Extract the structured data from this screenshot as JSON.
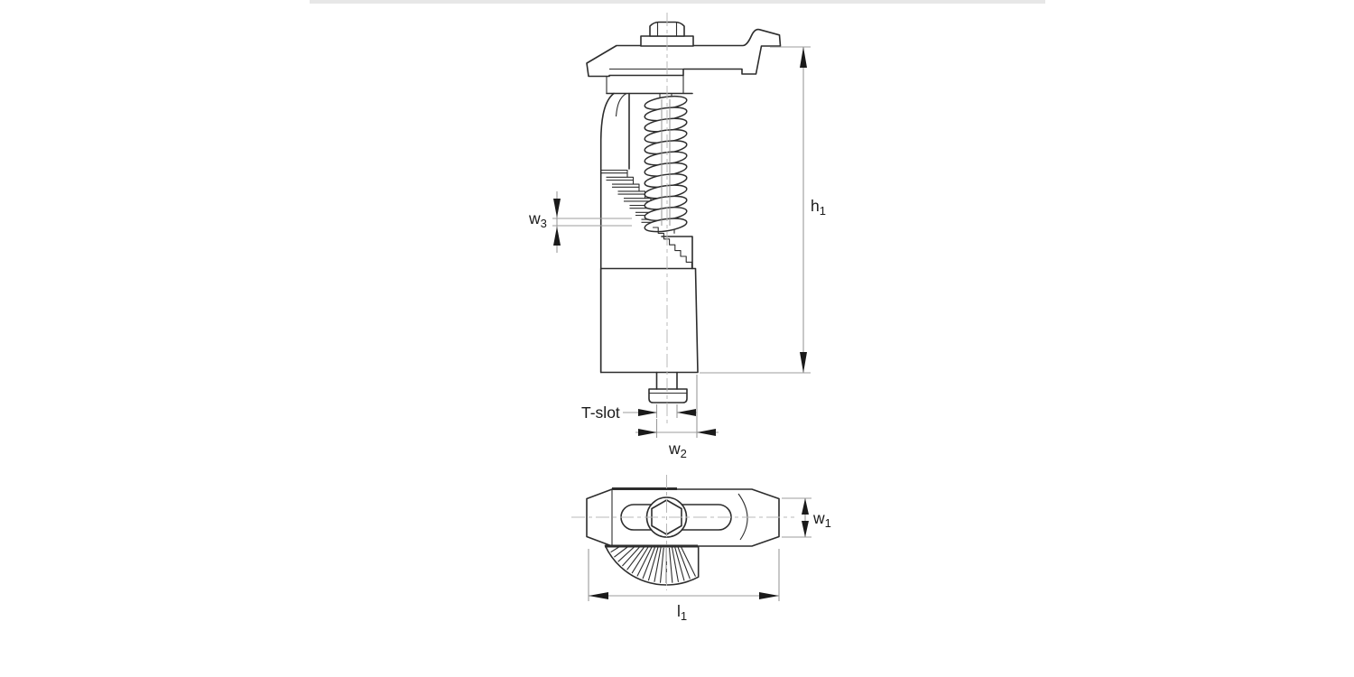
{
  "labels": {
    "h1": {
      "base": "h",
      "sub": "1"
    },
    "w1": {
      "base": "w",
      "sub": "1"
    },
    "w2": {
      "base": "w",
      "sub": "2"
    },
    "w3": {
      "base": "w",
      "sub": "3"
    },
    "l1": {
      "base": "l",
      "sub": "1"
    },
    "t_slot": "T-slot"
  },
  "colors": {
    "background": "#ffffff",
    "outline": "#2d2d2d",
    "dimension_line": "#9c9c9c",
    "arrow": "#1a1a1a",
    "centerline": "#b8b8b8",
    "label_text": "#1a1a1a",
    "top_edge_band": "#e7e7e7"
  }
}
